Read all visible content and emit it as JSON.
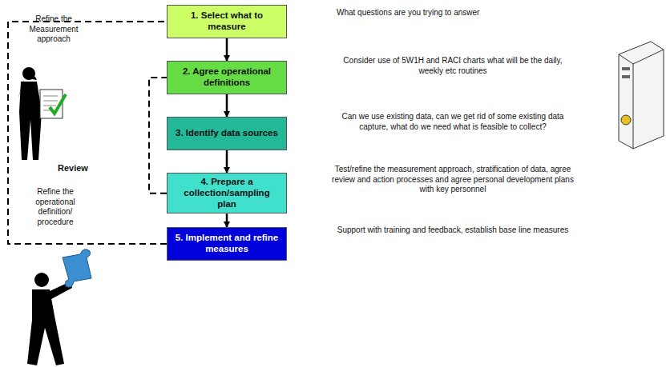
{
  "diagram": {
    "nodes": [
      {
        "text": [
          "1. Select what to measure"
        ]
      },
      {
        "text": [
          "2. Agree operational definitions"
        ]
      },
      {
        "text": [
          "3. Identify data sources"
        ]
      },
      {
        "text": [
          "4. Prepare a collection/sampling plan"
        ]
      },
      {
        "text": [
          "5. Implement and refine measures"
        ]
      }
    ],
    "edges": [
      {
        "from": 0,
        "to": 1,
        "arrow": "to"
      },
      {
        "from": 1,
        "to": 2,
        "arrow": "to"
      },
      {
        "from": 2,
        "to": 3,
        "arrow": "to"
      },
      {
        "from": 3,
        "to": 4,
        "arrow": "to"
      },
      {
        "from": 4,
        "to": 0,
        "arrow": "none"
      },
      {
        "from": 3,
        "to": 1,
        "arrow": "none"
      }
    ],
    "labels": [
      "Refine the Measurement approach",
      "Review",
      "Refine the operational definition/ procedure",
      "What questions are you trying to answer",
      "Consider use of 5W1H and RACI charts what will be the daily, weekly etc routines",
      "Can we use existing data, can we get rid of some existing data capture, what do we need what is feasible to collect?",
      "Test/refine the measurement approach, stratification of data, agree review and action processes and agree personal development plans with key personnel",
      "Support with training and feedback, establish base line measures"
    ]
  }
}
